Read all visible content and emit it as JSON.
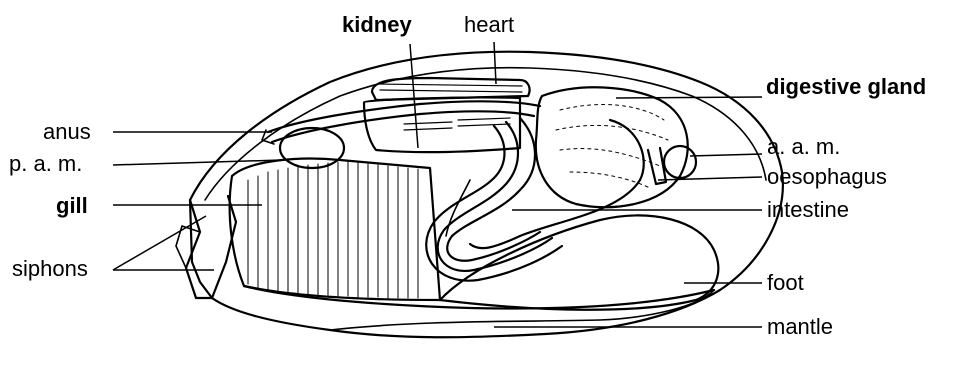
{
  "labels": {
    "kidney": "kidney",
    "heart": "heart",
    "digestive_gland": "digestive gland",
    "anus": "anus",
    "pam": "p. a. m.",
    "gill": "gill",
    "siphons": "siphons",
    "aam": "a. a. m.",
    "oesophagus": "oesophagus",
    "intestine": "intestine",
    "foot": "foot",
    "mantle": "mantle"
  }
}
